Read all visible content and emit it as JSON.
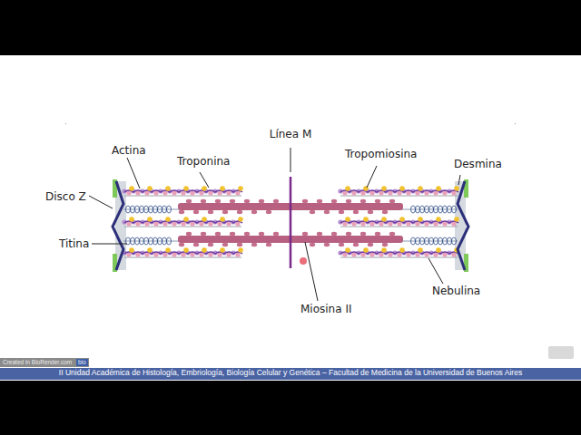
{
  "diagram": {
    "labels": [
      "Línea M",
      "Actina",
      "Troponina",
      "Tropomiosina",
      "Desmina",
      "Disco Z",
      "Titina",
      "Miosina II",
      "Nebulina",
      "Created in BioRender.com",
      "bio",
      "II Unidad Académica de Histología, Embriología, Biología Celular y Genética – Facultad de Medicina de la Universidad de Buenos Aires"
    ]
  }
}
